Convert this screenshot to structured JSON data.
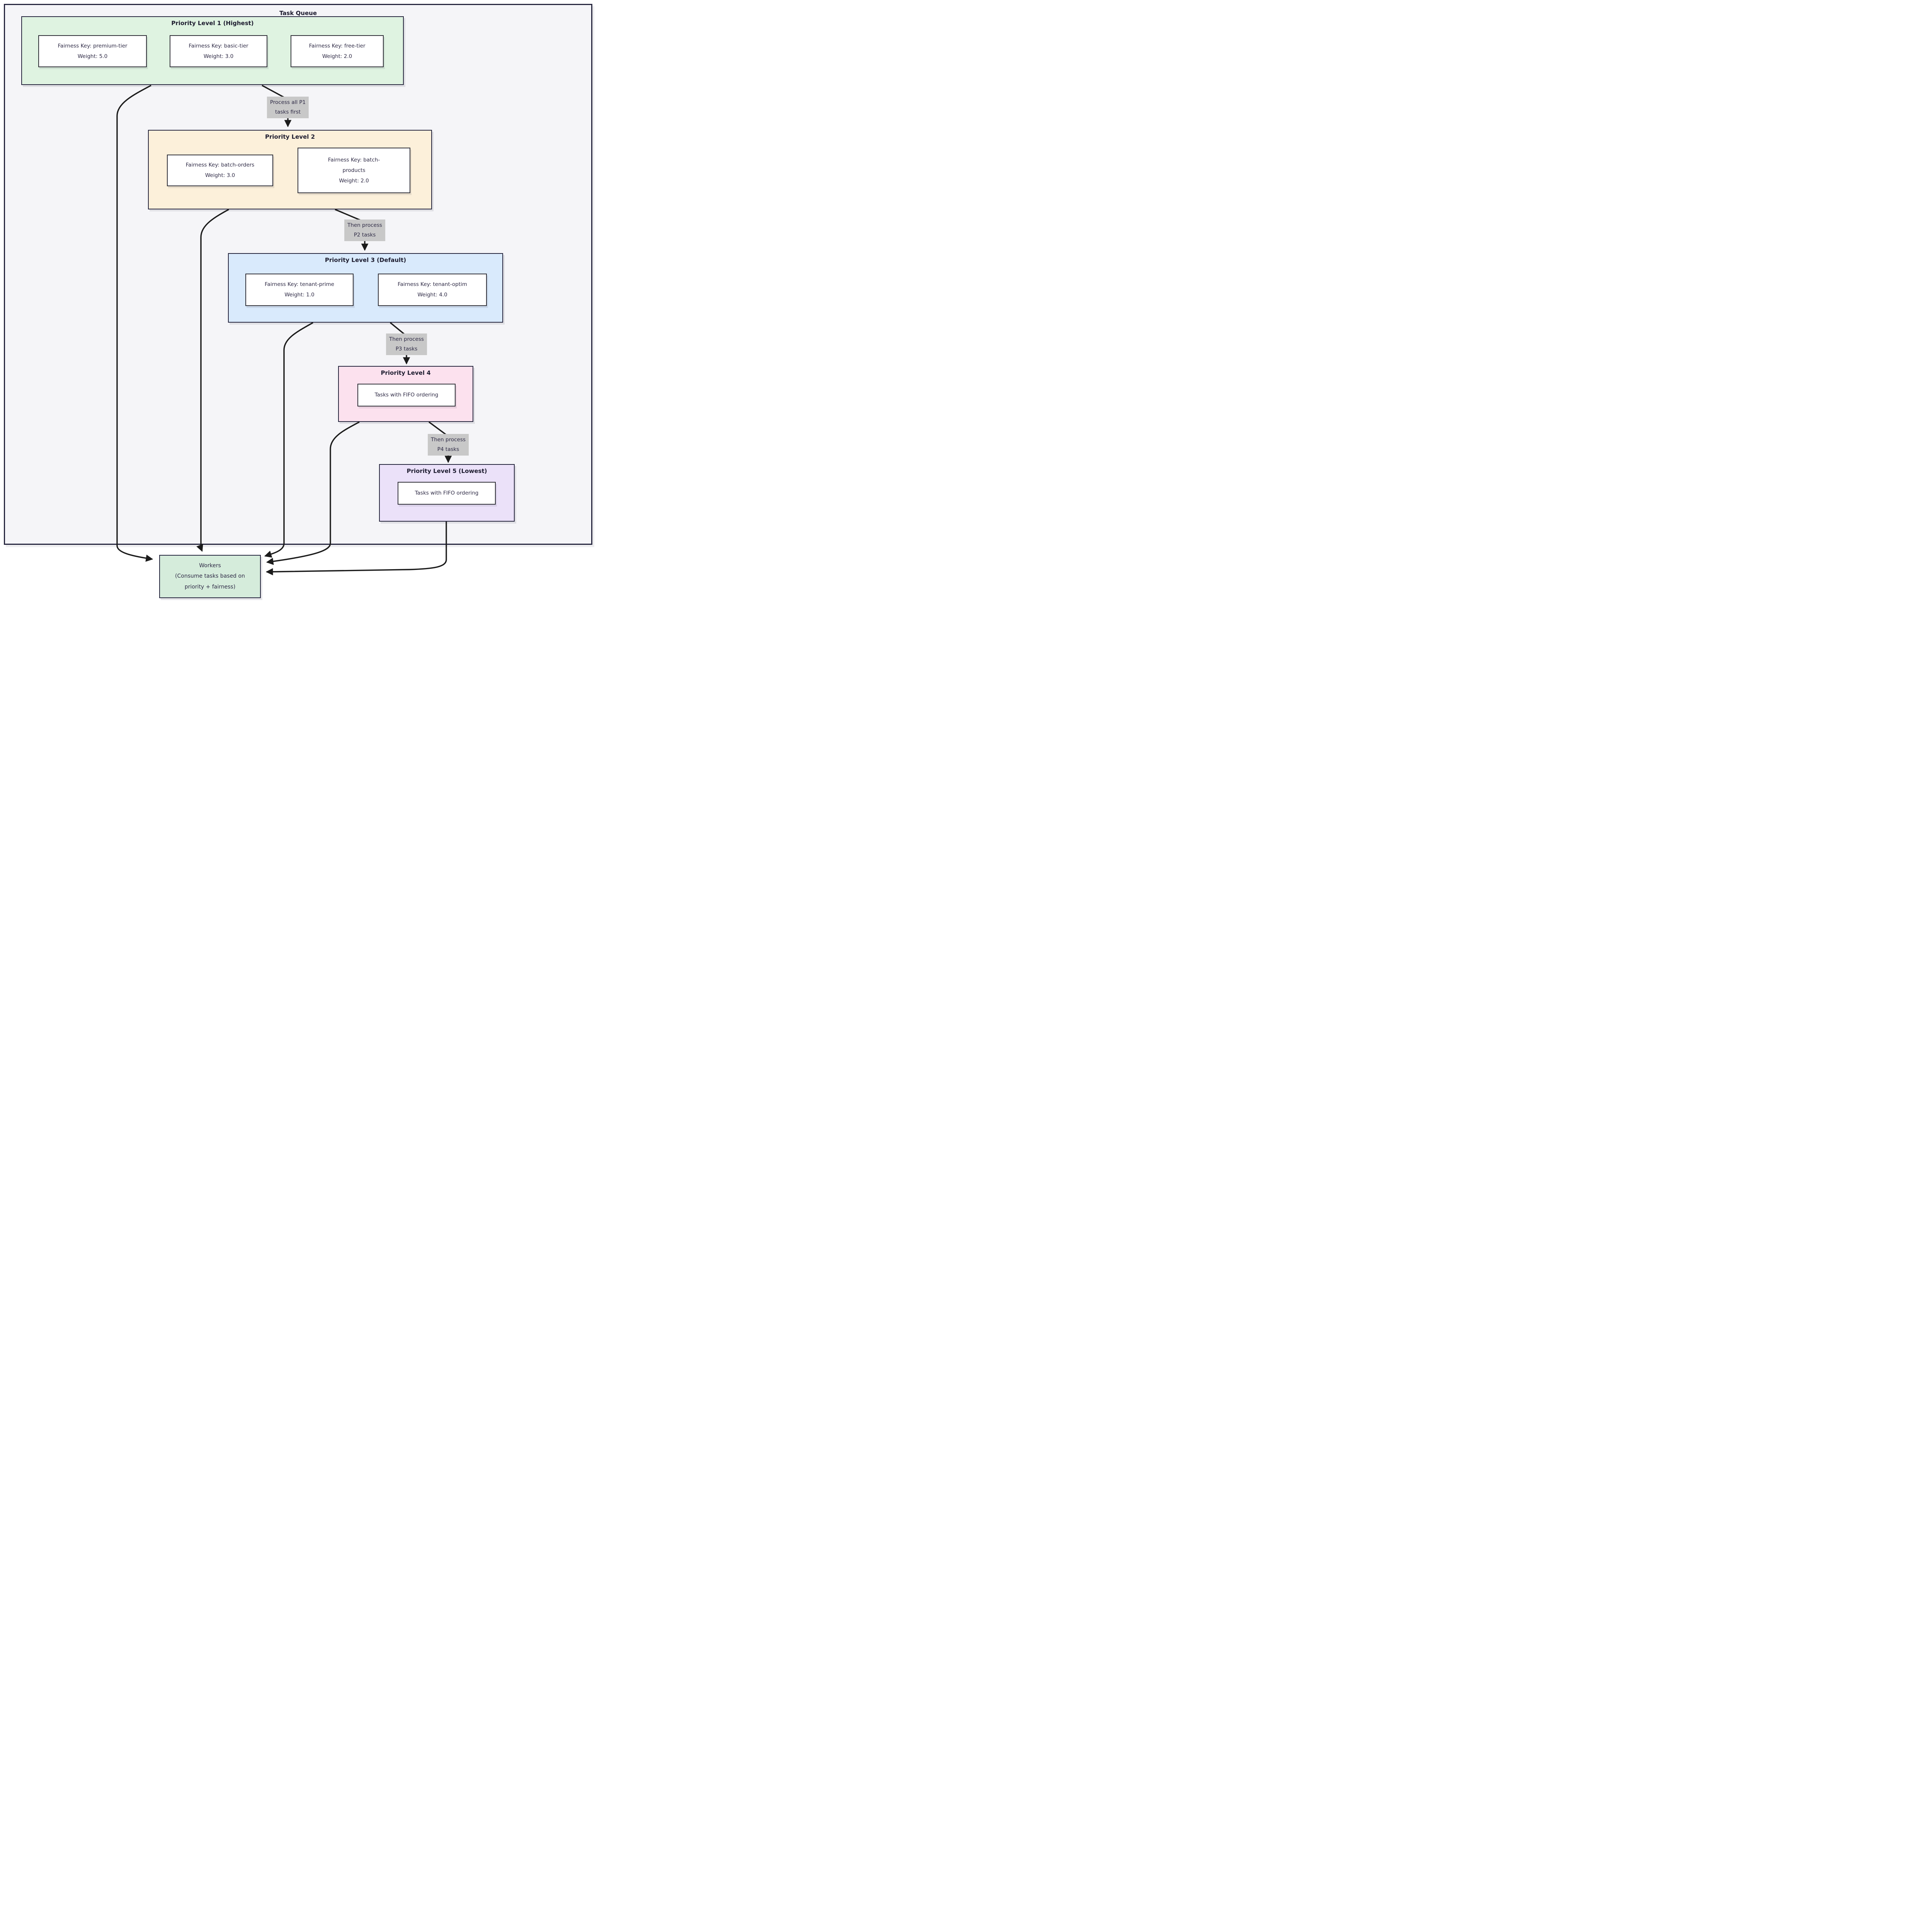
{
  "queue": {
    "title": "Task Queue",
    "levels": [
      {
        "title": "Priority Level 1 (Highest)",
        "nodes": [
          {
            "lines": [
              "Fairness Key: premium-tier",
              "Weight: 5.0"
            ]
          },
          {
            "lines": [
              "Fairness Key: basic-tier",
              "Weight: 3.0"
            ]
          },
          {
            "lines": [
              "Fairness Key: free-tier",
              "Weight: 2.0"
            ]
          }
        ]
      },
      {
        "title": "Priority Level 2",
        "nodes": [
          {
            "lines": [
              "Fairness Key: batch-orders",
              "Weight: 3.0"
            ]
          },
          {
            "lines": [
              "Fairness Key: batch-",
              "products",
              "Weight: 2.0"
            ]
          }
        ]
      },
      {
        "title": "Priority Level 3 (Default)",
        "nodes": [
          {
            "lines": [
              "Fairness Key: tenant-prime",
              "Weight: 1.0"
            ]
          },
          {
            "lines": [
              "Fairness Key: tenant-optim",
              "Weight: 4.0"
            ]
          }
        ]
      },
      {
        "title": "Priority Level 4",
        "nodes": [
          {
            "lines": [
              "Tasks with FIFO ordering"
            ]
          }
        ]
      },
      {
        "title": "Priority Level 5 (Lowest)",
        "nodes": [
          {
            "lines": [
              "Tasks with FIFO ordering"
            ]
          }
        ]
      }
    ],
    "edge_labels": [
      {
        "lines": [
          "Process all P1",
          "tasks first"
        ]
      },
      {
        "lines": [
          "Then process",
          "P2 tasks"
        ]
      },
      {
        "lines": [
          "Then process",
          "P3 tasks"
        ]
      },
      {
        "lines": [
          "Then process",
          "P4 tasks"
        ]
      }
    ],
    "workers": {
      "lines": [
        "Workers",
        "(Consume tasks based on",
        "priority + fairness)"
      ]
    }
  },
  "colors": {
    "level1_bg": "#dff3e1",
    "level2_bg": "#fcf0da",
    "level3_bg": "#d9eafc",
    "level4_bg": "#fce1ee",
    "level5_bg": "#ebe1f9",
    "workers_bg": "#d5ecdb",
    "container_bg": "#f5f5f8",
    "border_dark": "#27273f",
    "node_border": "#303038",
    "edge_label_bg": "#c8c8c8",
    "edge_line": "#1b1b1b",
    "text": "#2e2a45",
    "title_text": "#1c1b2e"
  }
}
